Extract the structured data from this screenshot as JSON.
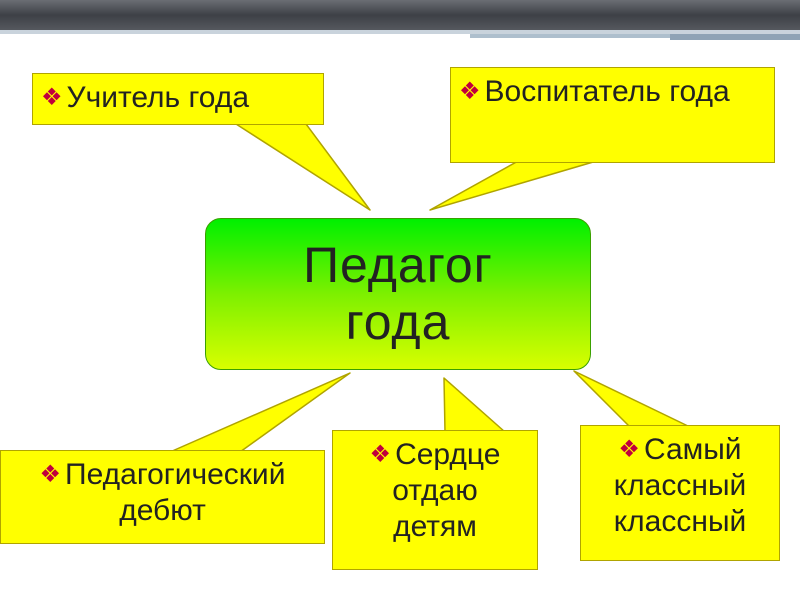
{
  "center": {
    "label": "Педагог\nгода"
  },
  "nodes": [
    {
      "id": "teacher",
      "bullet": "❖",
      "label": "Учитель года"
    },
    {
      "id": "educator",
      "bullet": "❖",
      "label": "Воспитатель года"
    },
    {
      "id": "debut",
      "bullet": "❖",
      "label": "Педагогический\nдебют"
    },
    {
      "id": "heart",
      "bullet": "❖",
      "label": "Сердце\nотдаю\nдетям"
    },
    {
      "id": "classteacher",
      "bullet": "❖",
      "label": "Самый\nклассный\nклассный"
    }
  ],
  "colors": {
    "callout_fill": "#ffff00",
    "callout_border": "#b0a400",
    "center_gradient_top": "#00f000",
    "center_gradient_bottom": "#d8ff00",
    "bullet": "#c0003c",
    "topbar": "#4a4d54"
  }
}
